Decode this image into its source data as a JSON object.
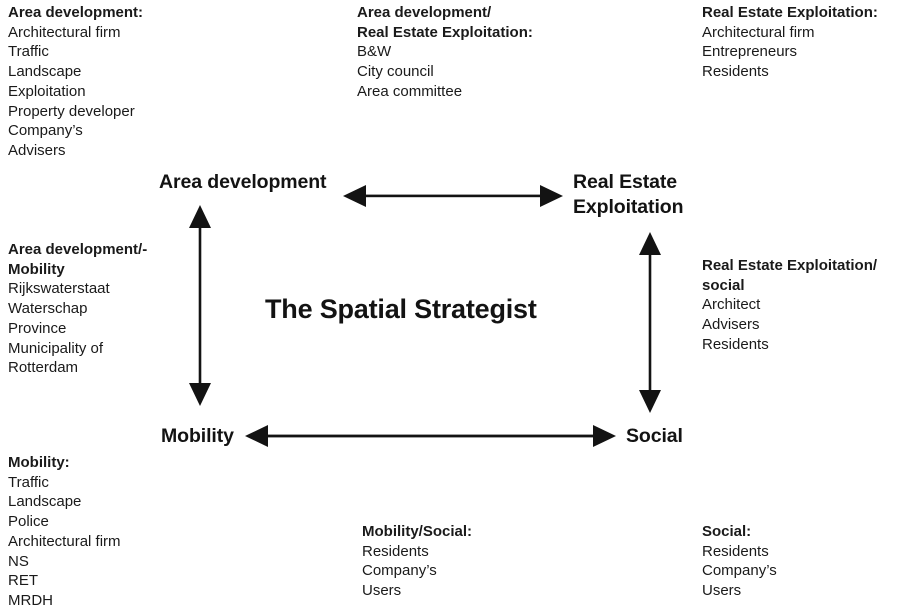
{
  "diagram": {
    "center_title": "The Spatial Strategist",
    "background_color": "#ffffff",
    "ink_color": "#1a1a1a",
    "nodes": [
      {
        "id": "area-development",
        "label": "Area development"
      },
      {
        "id": "real-estate-exploitation",
        "label_line1": "Real Estate",
        "label_line2": "Exploitation"
      },
      {
        "id": "mobility",
        "label": "Mobility"
      },
      {
        "id": "social",
        "label": "Social"
      }
    ],
    "connectors": [
      {
        "id": "top-horizontal",
        "from": "area-development",
        "to": "real-estate-exploitation",
        "style": "double-headed"
      },
      {
        "id": "bottom-horizontal",
        "from": "mobility",
        "to": "social",
        "style": "double-headed"
      },
      {
        "id": "left-vertical",
        "from": "area-development",
        "to": "mobility",
        "style": "double-headed"
      },
      {
        "id": "right-vertical",
        "from": "real-estate-exploitation",
        "to": "social",
        "style": "double-headed"
      }
    ]
  },
  "notes": {
    "area_development": {
      "heading": "Area development:",
      "items": [
        "Architectural firm",
        "Traffic",
        "Landscape",
        "Exploitation",
        "Property developer",
        "Company’s",
        "Advisers"
      ]
    },
    "area_development_real_estate": {
      "heading_line1": "Area development/",
      "heading_line2": "Real Estate Exploitation:",
      "items": [
        "B&W",
        "City council",
        "Area committee"
      ]
    },
    "real_estate_exploitation": {
      "heading": "Real Estate Exploitation:",
      "items": [
        "Architectural firm",
        "Entrepreneurs",
        "Residents"
      ]
    },
    "area_development_mobility": {
      "heading_line1": "Area development/-",
      "heading_line2": "Mobility",
      "items": [
        "Rijkswaterstaat",
        "Waterschap",
        "Province",
        "Municipality of",
        "Rotterdam"
      ]
    },
    "real_estate_social": {
      "heading_line1": "Real Estate Exploitation/",
      "heading_line2": "social",
      "items": [
        "Architect",
        "Advisers",
        "Residents"
      ]
    },
    "mobility": {
      "heading": "Mobility:",
      "items": [
        "Traffic",
        "Landscape",
        "Police",
        "Architectural firm",
        "NS",
        "RET",
        "MRDH"
      ]
    },
    "mobility_social": {
      "heading": "Mobility/Social:",
      "items": [
        "Residents",
        "Company’s",
        "Users"
      ]
    },
    "social": {
      "heading": "Social:",
      "items": [
        "Residents",
        "Company’s",
        "Users"
      ]
    }
  }
}
